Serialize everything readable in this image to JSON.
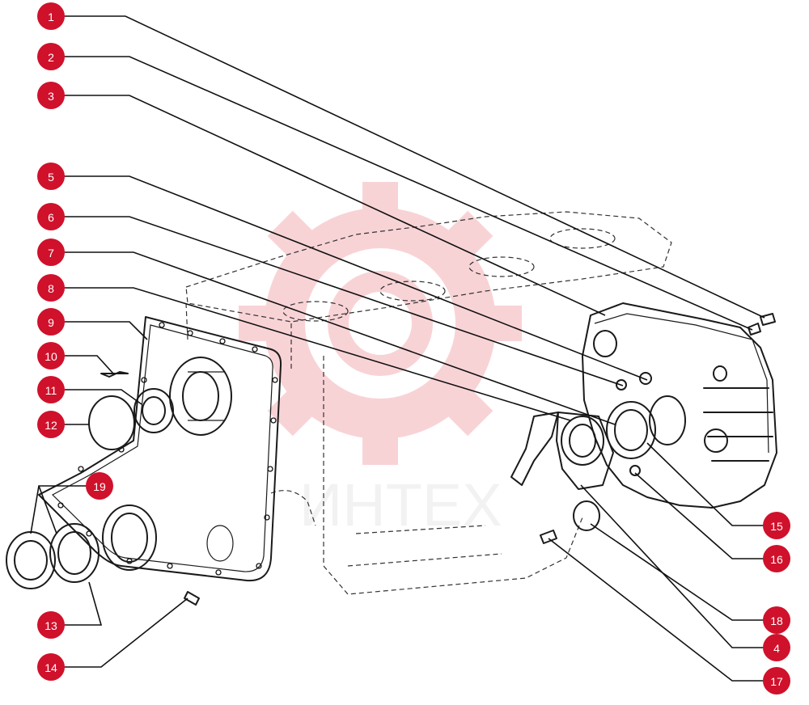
{
  "diagram": {
    "watermark_text": "ИНТЕХ",
    "accent_color": "#d0112b",
    "callouts": [
      {
        "id": "callout-1",
        "label": "1"
      },
      {
        "id": "callout-2",
        "label": "2"
      },
      {
        "id": "callout-3",
        "label": "3"
      },
      {
        "id": "callout-5",
        "label": "5"
      },
      {
        "id": "callout-6",
        "label": "6"
      },
      {
        "id": "callout-7",
        "label": "7"
      },
      {
        "id": "callout-8",
        "label": "8"
      },
      {
        "id": "callout-9",
        "label": "9"
      },
      {
        "id": "callout-10",
        "label": "10"
      },
      {
        "id": "callout-11",
        "label": "11"
      },
      {
        "id": "callout-12",
        "label": "12"
      },
      {
        "id": "callout-19",
        "label": "19"
      },
      {
        "id": "callout-13",
        "label": "13"
      },
      {
        "id": "callout-14",
        "label": "14"
      },
      {
        "id": "callout-15",
        "label": "15"
      },
      {
        "id": "callout-16",
        "label": "16"
      },
      {
        "id": "callout-18",
        "label": "18"
      },
      {
        "id": "callout-4",
        "label": "4"
      },
      {
        "id": "callout-17",
        "label": "17"
      }
    ]
  }
}
